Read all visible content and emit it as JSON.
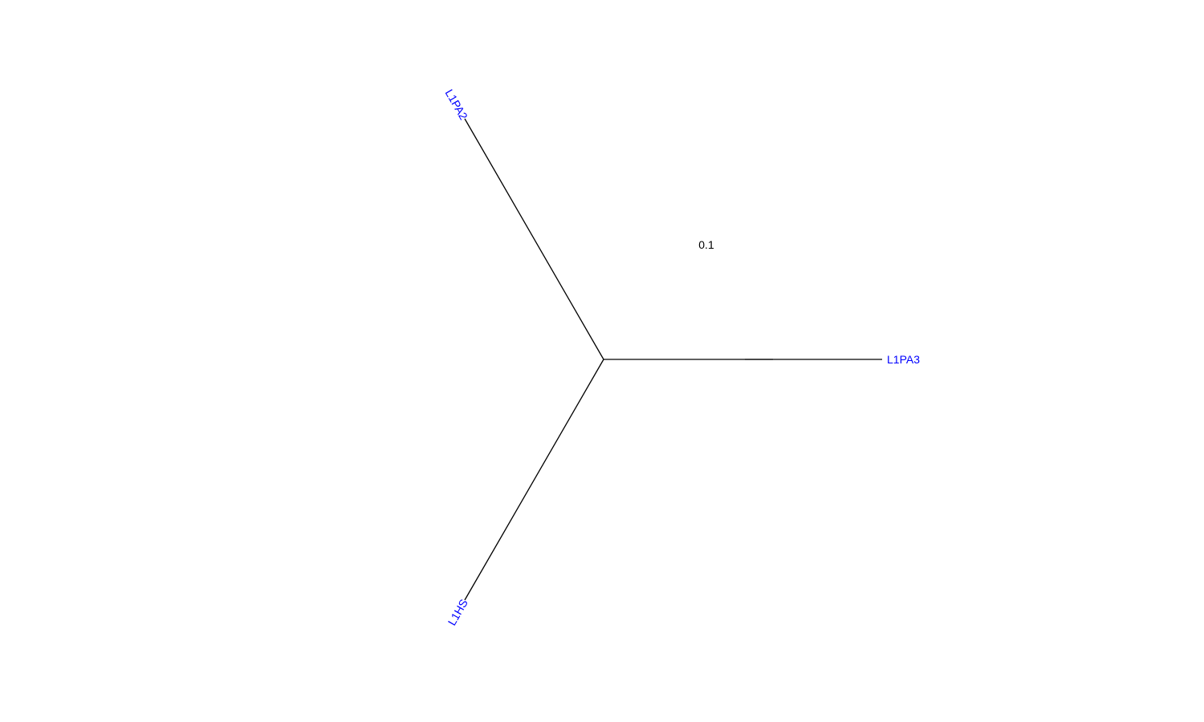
{
  "tree": {
    "layout": "unrooted",
    "tips": [
      {
        "label": "L1PA2",
        "angle_deg": 120
      },
      {
        "label": "L1PA3",
        "angle_deg": 0
      },
      {
        "label": "L1HS",
        "angle_deg": 240
      }
    ],
    "tip_label_color": "#0000FF",
    "branch_color": "#000000"
  },
  "scale_bar": {
    "label": "0.1"
  }
}
